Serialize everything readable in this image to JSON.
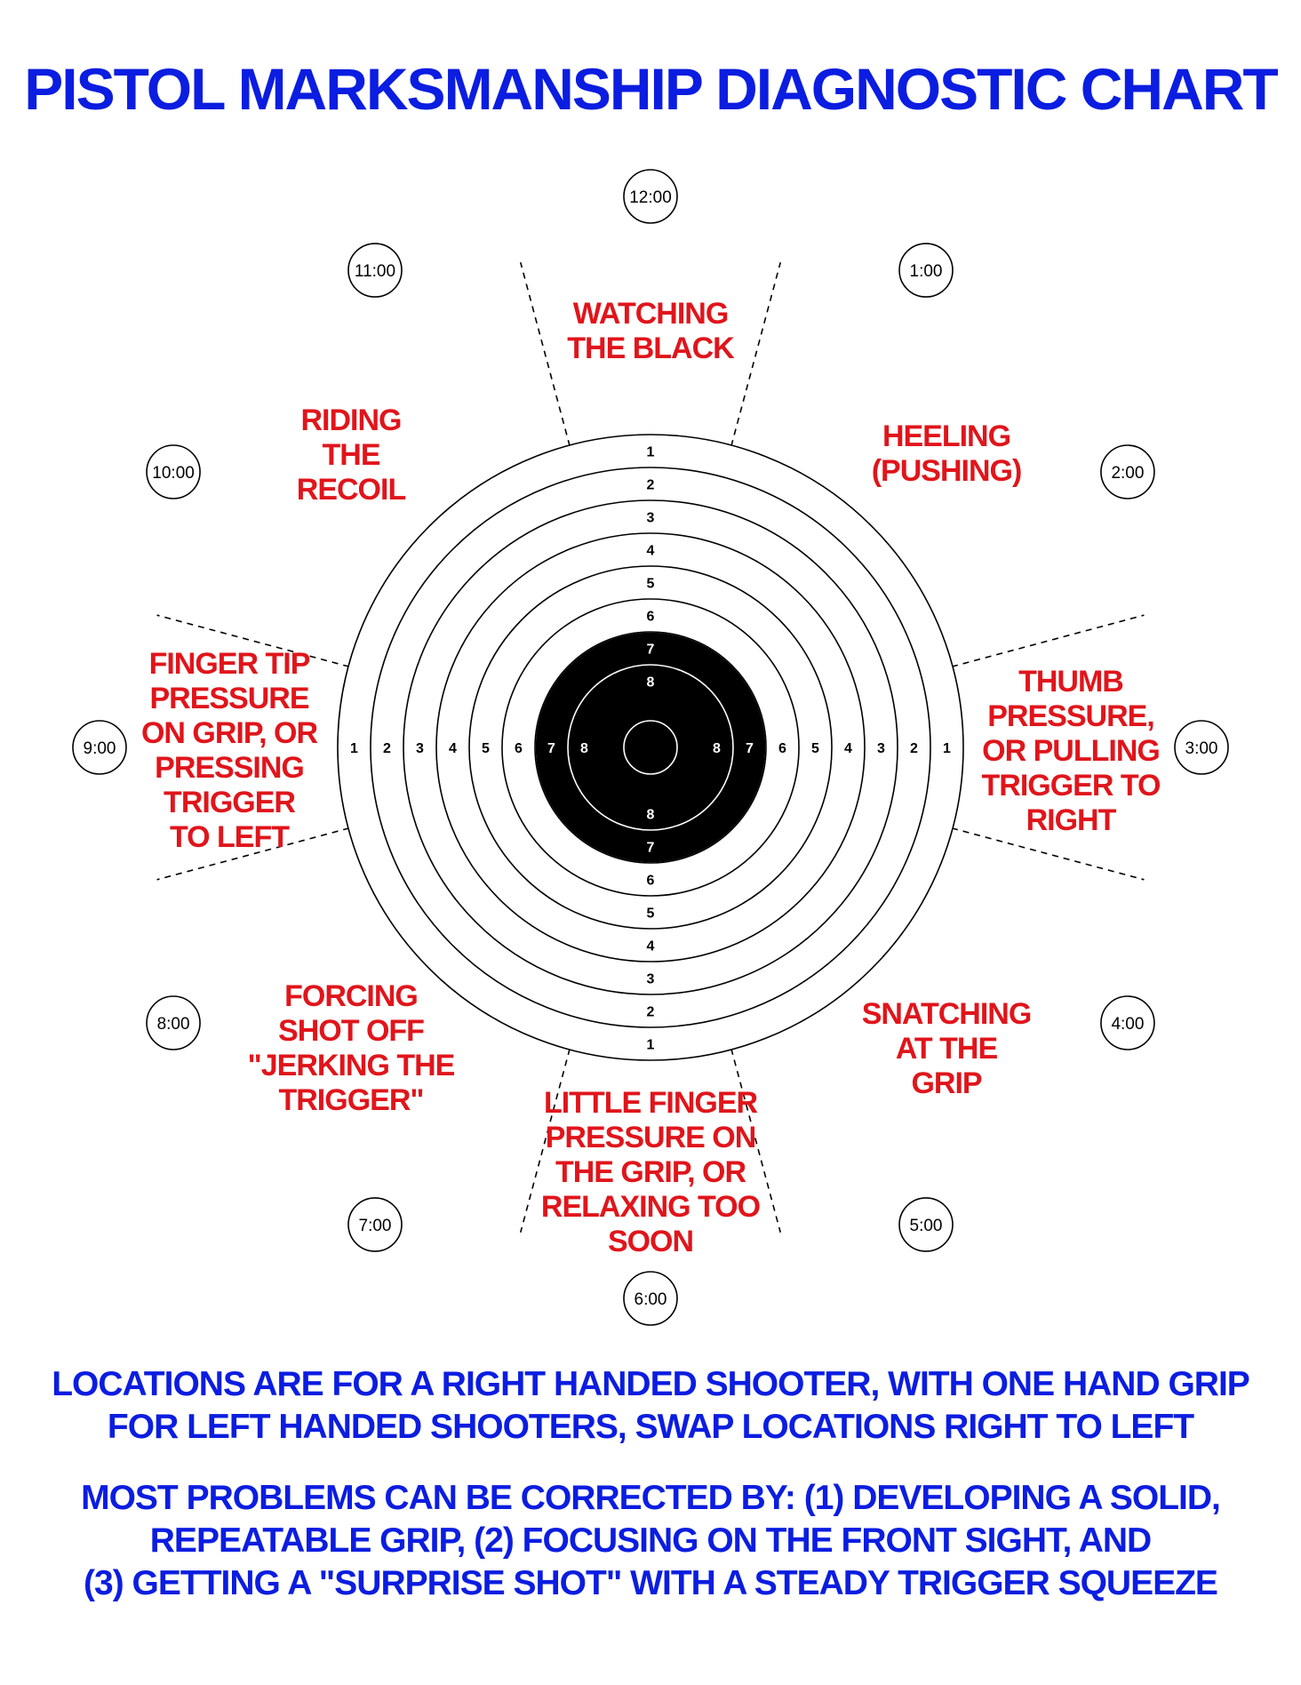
{
  "title": "PISTOL MARKSMANSHIP DIAGNOSTIC CHART",
  "clock_positions": [
    "12:00",
    "1:00",
    "2:00",
    "3:00",
    "4:00",
    "5:00",
    "6:00",
    "7:00",
    "8:00",
    "9:00",
    "10:00",
    "11:00"
  ],
  "ring_scores": [
    "1",
    "2",
    "3",
    "4",
    "5",
    "6",
    "7",
    "8"
  ],
  "colors": {
    "title": "#0b1de0",
    "diagnosis": "#e0151b",
    "bull": "#000000"
  },
  "diagnoses": {
    "top": [
      "WATCHING",
      "THE BLACK"
    ],
    "top_left": [
      "RIDING",
      "THE",
      "RECOIL"
    ],
    "top_right": [
      "HEELING",
      "(PUSHING)"
    ],
    "left": [
      "FINGER TIP",
      "PRESSURE",
      "ON GRIP, OR",
      "PRESSING",
      "TRIGGER",
      "TO LEFT"
    ],
    "right": [
      "THUMB",
      "PRESSURE,",
      "OR PULLING",
      "TRIGGER TO",
      "RIGHT"
    ],
    "bottom_left": [
      "FORCING",
      "SHOT OFF",
      "\"JERKING THE",
      "TRIGGER\""
    ],
    "bottom": [
      "LITTLE FINGER",
      "PRESSURE ON",
      "THE GRIP, OR",
      "RELAXING TOO",
      "SOON"
    ],
    "bottom_right": [
      "SNATCHING",
      "AT THE",
      "GRIP"
    ]
  },
  "notes": {
    "handedness": [
      "LOCATIONS ARE FOR A RIGHT HANDED SHOOTER, WITH ONE HAND GRIP",
      "FOR LEFT HANDED SHOOTERS, SWAP LOCATIONS RIGHT TO LEFT"
    ],
    "corrections": [
      "MOST PROBLEMS CAN BE CORRECTED BY:  (1) DEVELOPING A SOLID,",
      "REPEATABLE GRIP,  (2) FOCUSING ON THE FRONT SIGHT, AND",
      "(3) GETTING A \"SURPRISE SHOT\" WITH A STEADY TRIGGER SQUEEZE"
    ]
  }
}
